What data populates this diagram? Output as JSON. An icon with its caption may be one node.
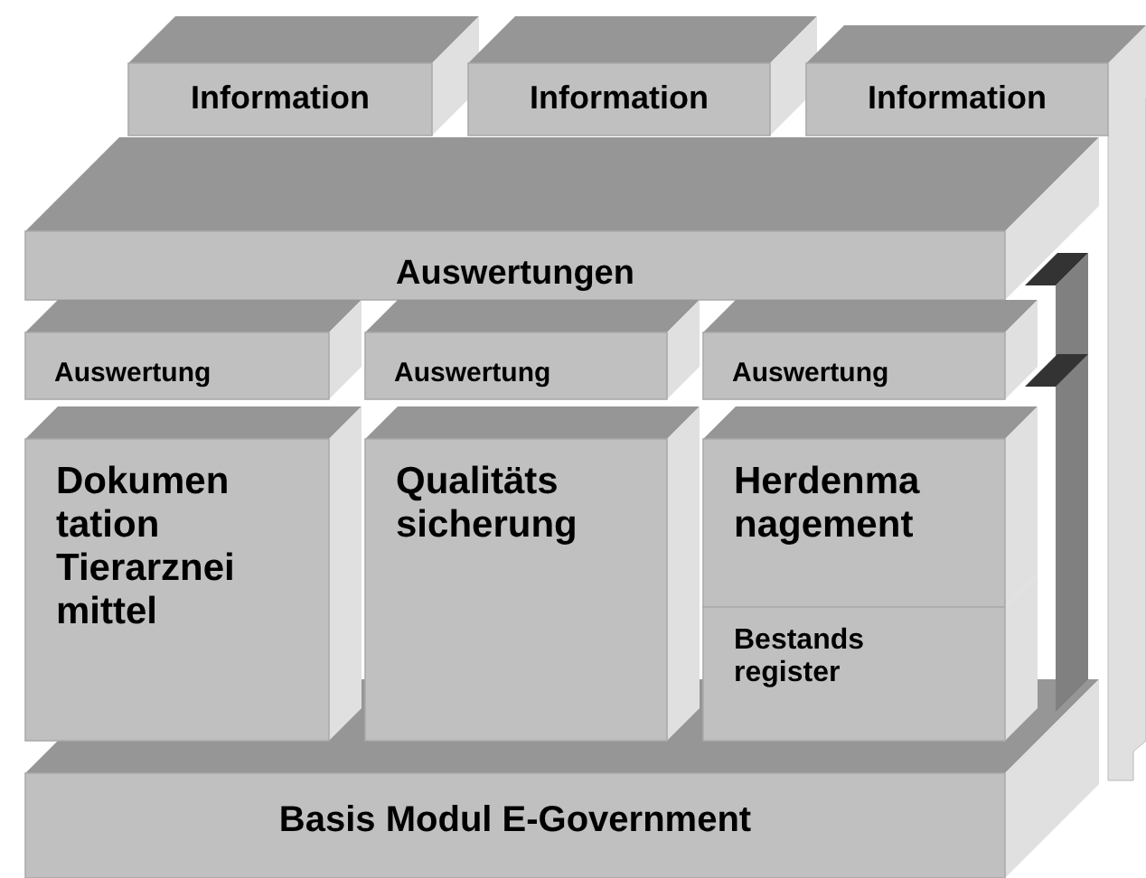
{
  "diagram": {
    "nodes": [
      {
        "text": [
          "Information"
        ]
      },
      {
        "text": [
          "Information"
        ]
      },
      {
        "text": [
          "Information"
        ]
      },
      {
        "text": [
          "Auswertungen"
        ]
      },
      {
        "text": [
          "Auswertung"
        ]
      },
      {
        "text": [
          "Auswertung"
        ]
      },
      {
        "text": [
          "Auswertung"
        ]
      },
      {
        "text": [
          "Dokumen tation Tierarznei mittel"
        ]
      },
      {
        "text": [
          "Qualitäts sicherung"
        ]
      },
      {
        "text": [
          "Herdenma nagement"
        ]
      },
      {
        "text": [
          "Bestands register"
        ]
      },
      {
        "text": [
          "Basis Modul E-Government"
        ]
      }
    ]
  }
}
